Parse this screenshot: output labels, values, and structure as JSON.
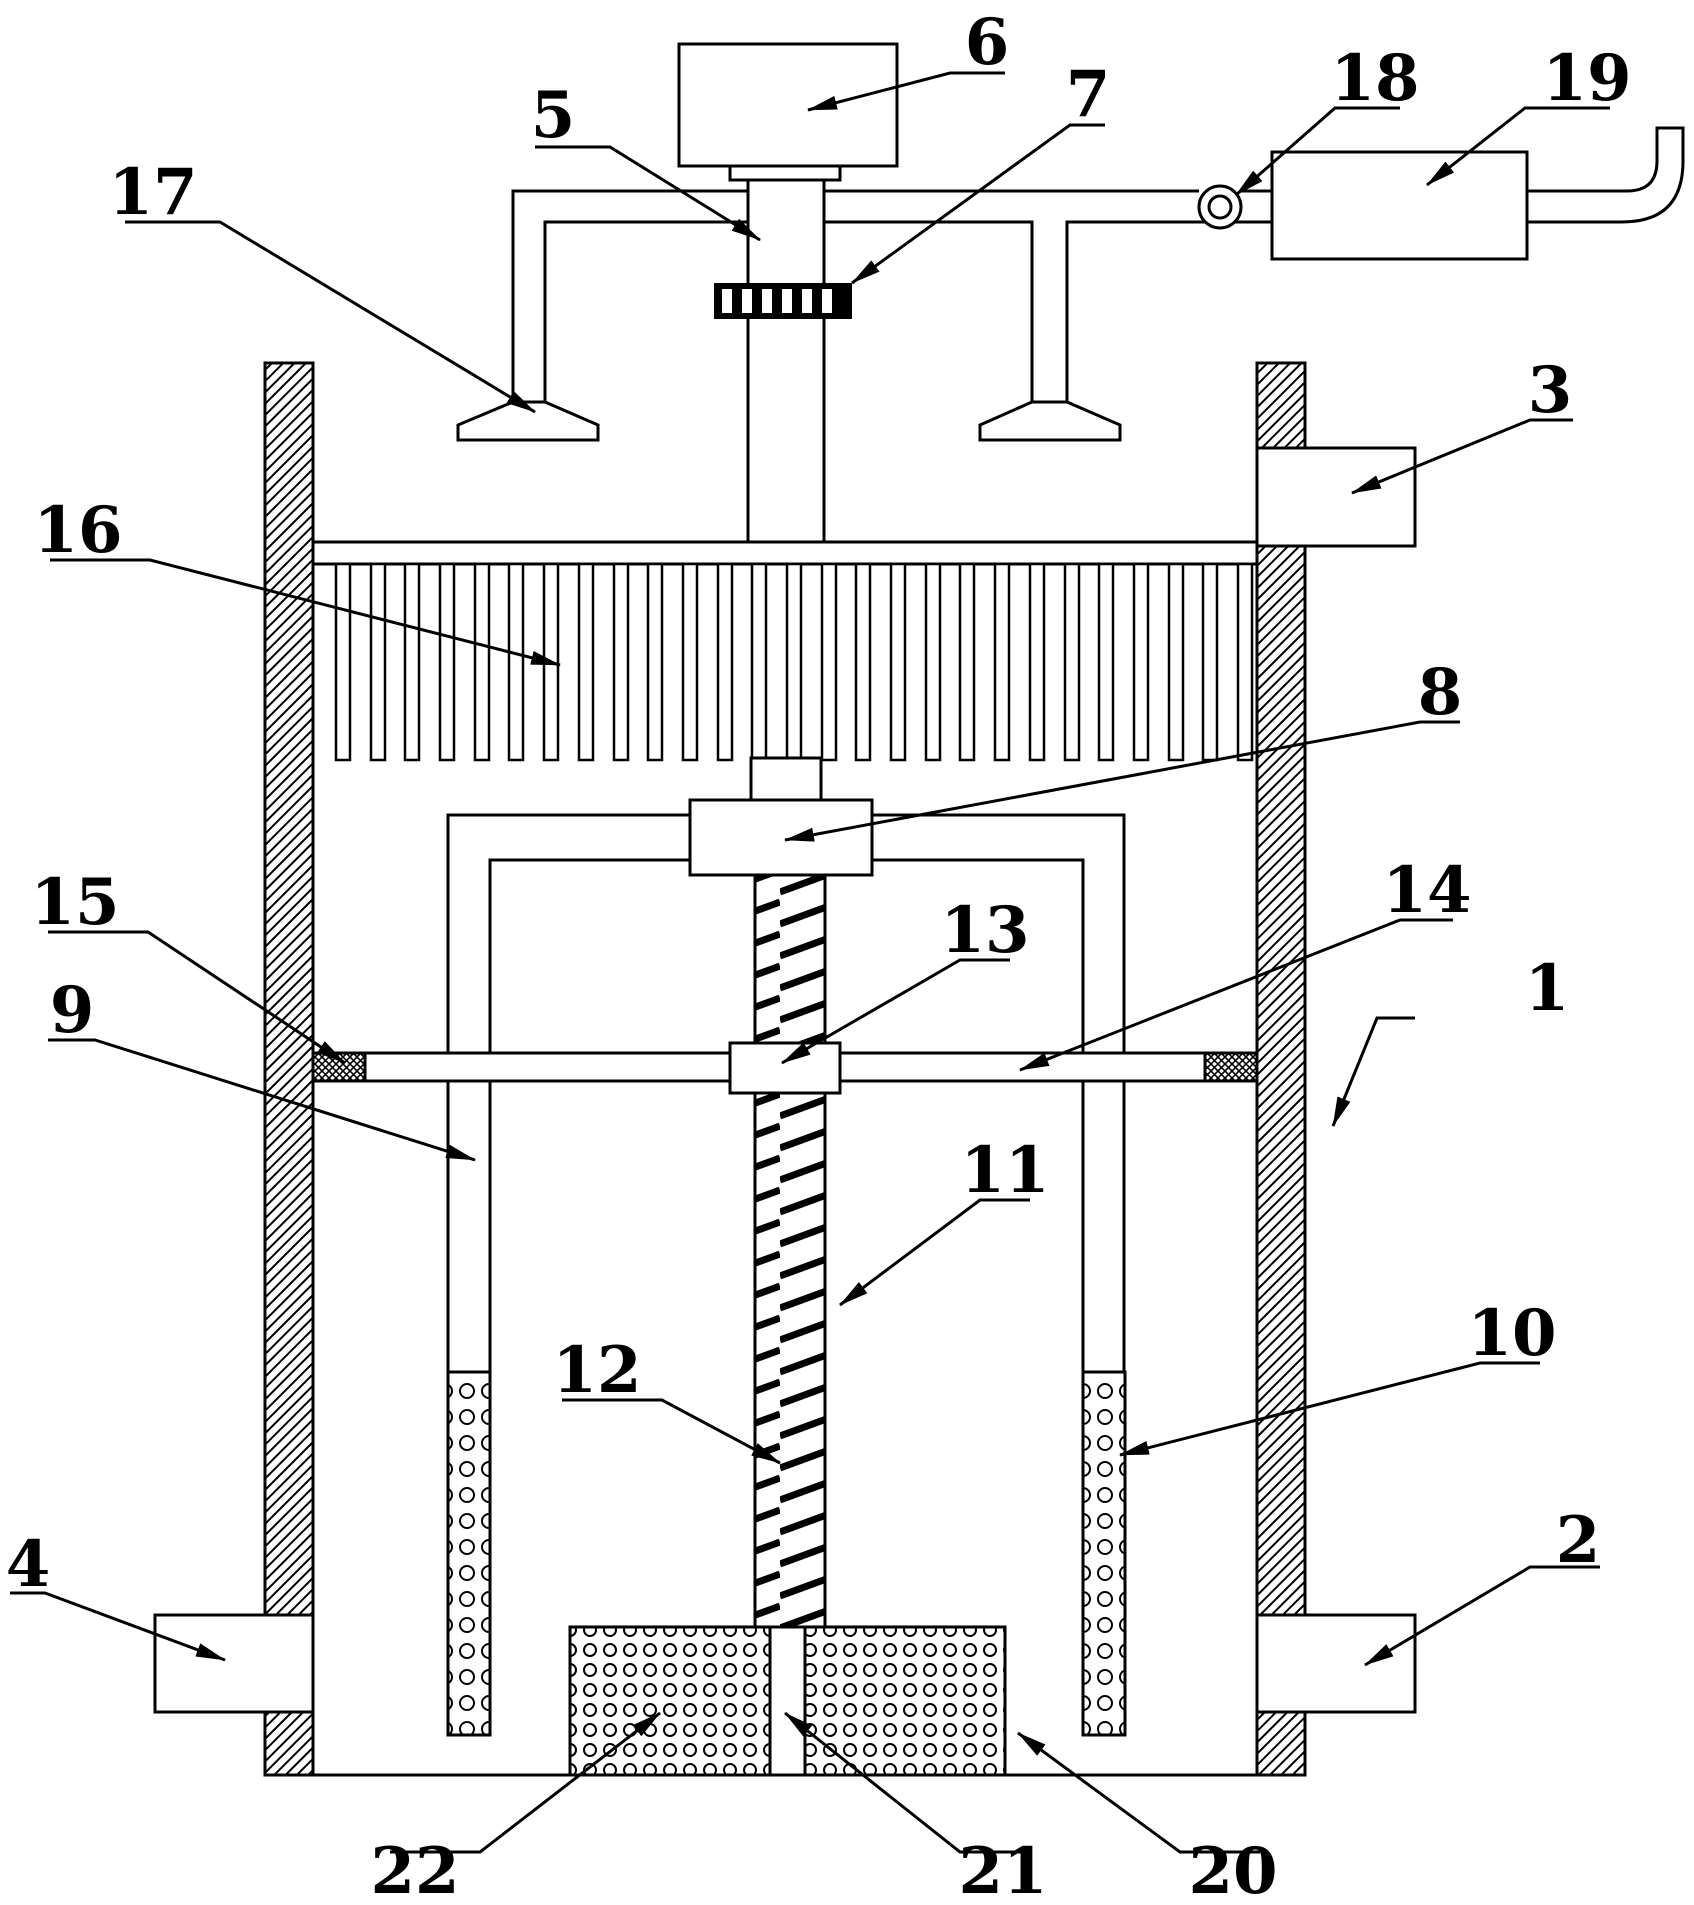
{
  "diagram": {
    "callouts": [
      {
        "id": "c1",
        "label": "1"
      },
      {
        "id": "c2",
        "label": "2"
      },
      {
        "id": "c3",
        "label": "3"
      },
      {
        "id": "c4",
        "label": "4"
      },
      {
        "id": "c5",
        "label": "5"
      },
      {
        "id": "c6",
        "label": "6"
      },
      {
        "id": "c7",
        "label": "7"
      },
      {
        "id": "c8",
        "label": "8"
      },
      {
        "id": "c9",
        "label": "9"
      },
      {
        "id": "c10",
        "label": "10"
      },
      {
        "id": "c11",
        "label": "11"
      },
      {
        "id": "c12",
        "label": "12"
      },
      {
        "id": "c13",
        "label": "13"
      },
      {
        "id": "c14",
        "label": "14"
      },
      {
        "id": "c15",
        "label": "15"
      },
      {
        "id": "c16",
        "label": "16"
      },
      {
        "id": "c17",
        "label": "17"
      },
      {
        "id": "c18",
        "label": "18"
      },
      {
        "id": "c19",
        "label": "19"
      },
      {
        "id": "c20",
        "label": "20"
      },
      {
        "id": "c21",
        "label": "21"
      },
      {
        "id": "c22",
        "label": "22"
      }
    ],
    "colors": {
      "line": "#000000",
      "background": "#ffffff"
    }
  }
}
